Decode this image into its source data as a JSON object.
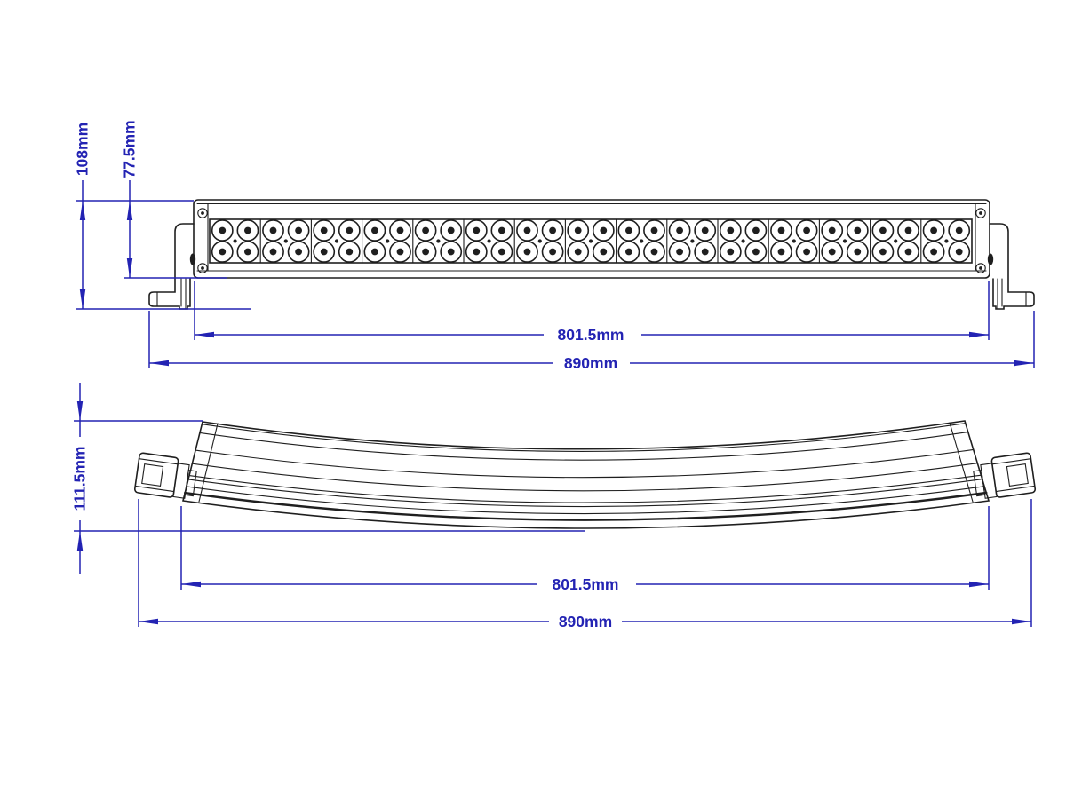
{
  "drawing": {
    "background": "#ffffff",
    "line_color": "#1f1f1f",
    "dimension_color": "#2323b3",
    "front_view": {
      "dim_overall_height": "108mm",
      "dim_body_height": "77.5mm",
      "dim_body_width": "801.5mm",
      "dim_overall_width": "890mm",
      "led_segments": 15,
      "led_rows": 2,
      "led_cols_per_segment": 2,
      "total_leds": 60
    },
    "curved_view": {
      "dim_overall_height": "111.5mm",
      "dim_body_width": "801.5mm",
      "dim_overall_width": "890mm"
    }
  }
}
